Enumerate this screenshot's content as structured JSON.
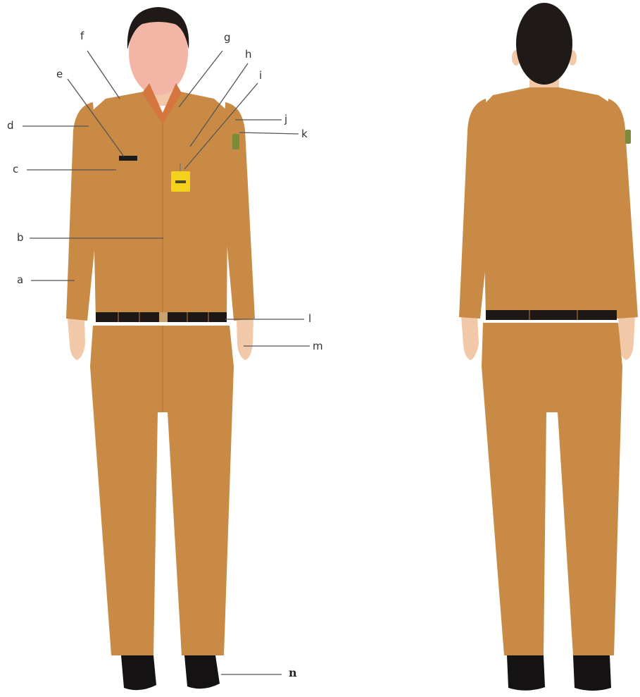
{
  "figure": {
    "colors": {
      "uniform": "#c98a45",
      "uniform_shadow": "#b97a38",
      "skin": "#f2c9a8",
      "face": "#f3b6a6",
      "hair": "#1f1a17",
      "collar": "#d5753f",
      "belt": "#1d1715",
      "buckle": "#c9a36e",
      "shoe": "#141212",
      "badge": "#f4d21c",
      "nametag": "#1b1b1b",
      "leader": "#555555",
      "label_text": "#333333"
    },
    "labels": {
      "a": "a",
      "b": "b",
      "c": "c",
      "d": "d",
      "e": "e",
      "f": "f",
      "g": "g",
      "h": "h",
      "i": "i",
      "j": "j",
      "k": "k",
      "l": "l",
      "m": "m",
      "n": "n"
    }
  }
}
